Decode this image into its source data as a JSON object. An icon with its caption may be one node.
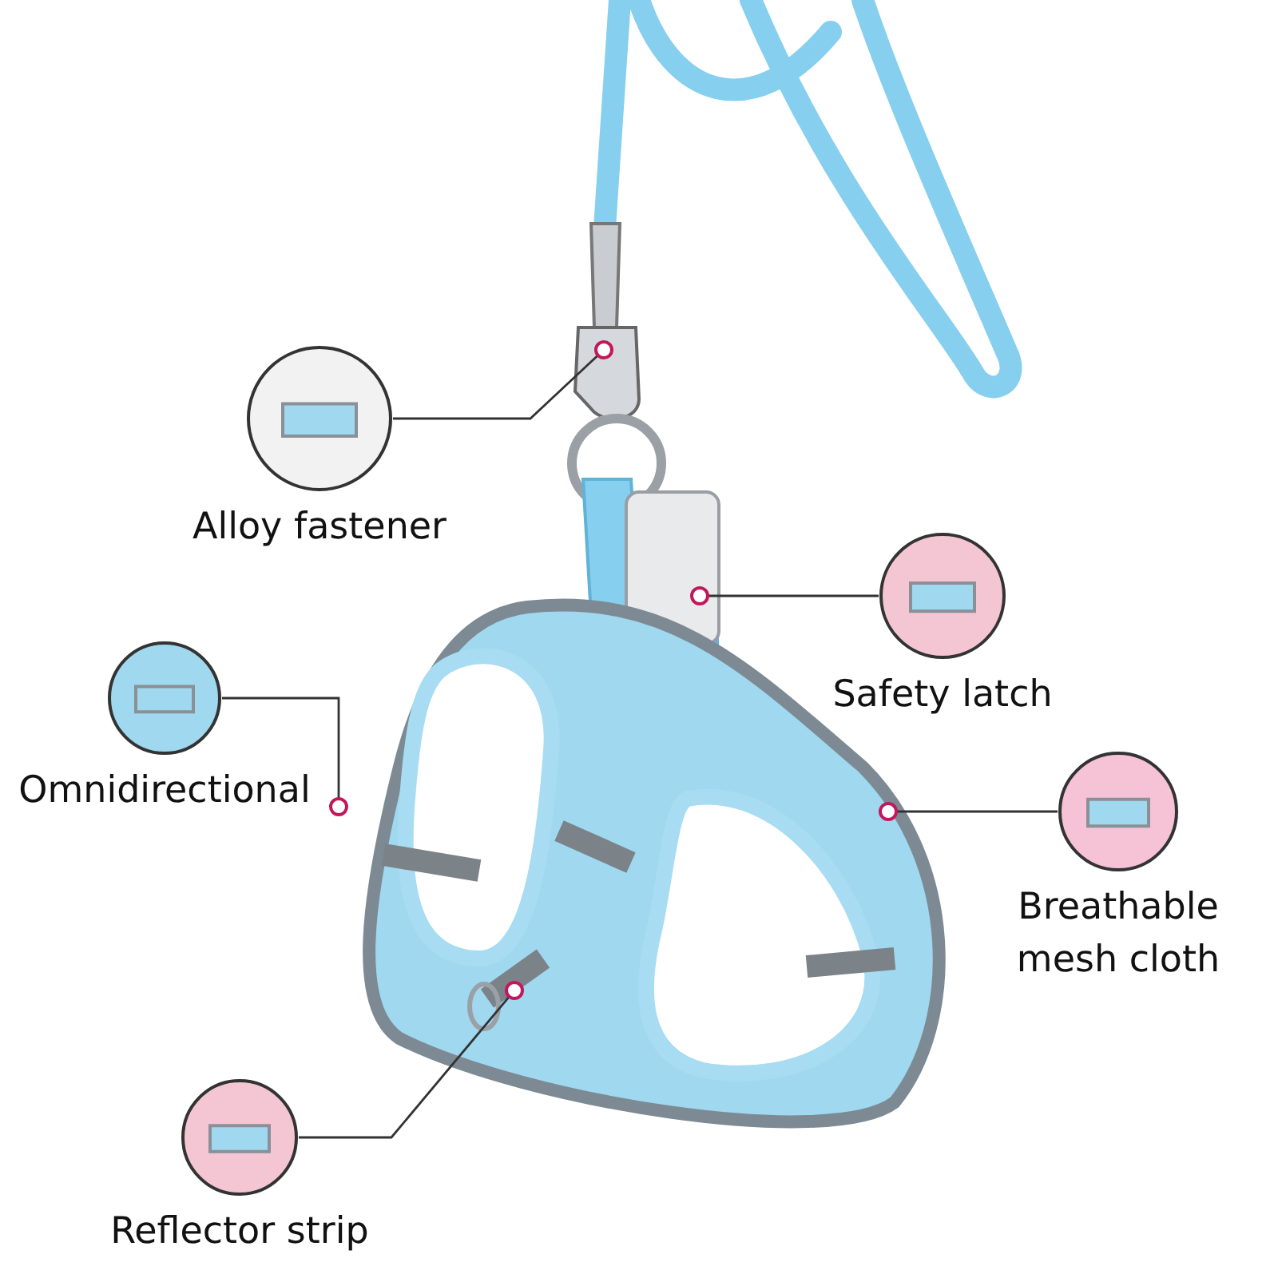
{
  "diagram": {
    "nodes": [
      {
        "text": [
          "Alloy fastener"
        ]
      },
      {
        "text": [
          "Safety latch"
        ]
      },
      {
        "text": [
          "Omnidirectional"
        ]
      },
      {
        "text": [
          "Breathable mesh cloth"
        ]
      },
      {
        "text": [
          "Reflector strip"
        ]
      },
      {
        "text": [],
        "shape": "circle"
      },
      {
        "text": [],
        "shape": "circle"
      },
      {
        "text": [],
        "shape": "circle"
      },
      {
        "text": [],
        "shape": "circle"
      },
      {
        "text": [],
        "shape": "circle"
      }
    ],
    "edges": [
      {
        "from": 0,
        "to": 5,
        "arrow": "none"
      },
      {
        "from": 1,
        "to": 6,
        "arrow": "none"
      },
      {
        "from": 2,
        "to": 7,
        "arrow": "none"
      },
      {
        "from": 3,
        "to": 8,
        "arrow": "none"
      },
      {
        "from": 4,
        "to": 9,
        "arrow": "none"
      }
    ]
  }
}
